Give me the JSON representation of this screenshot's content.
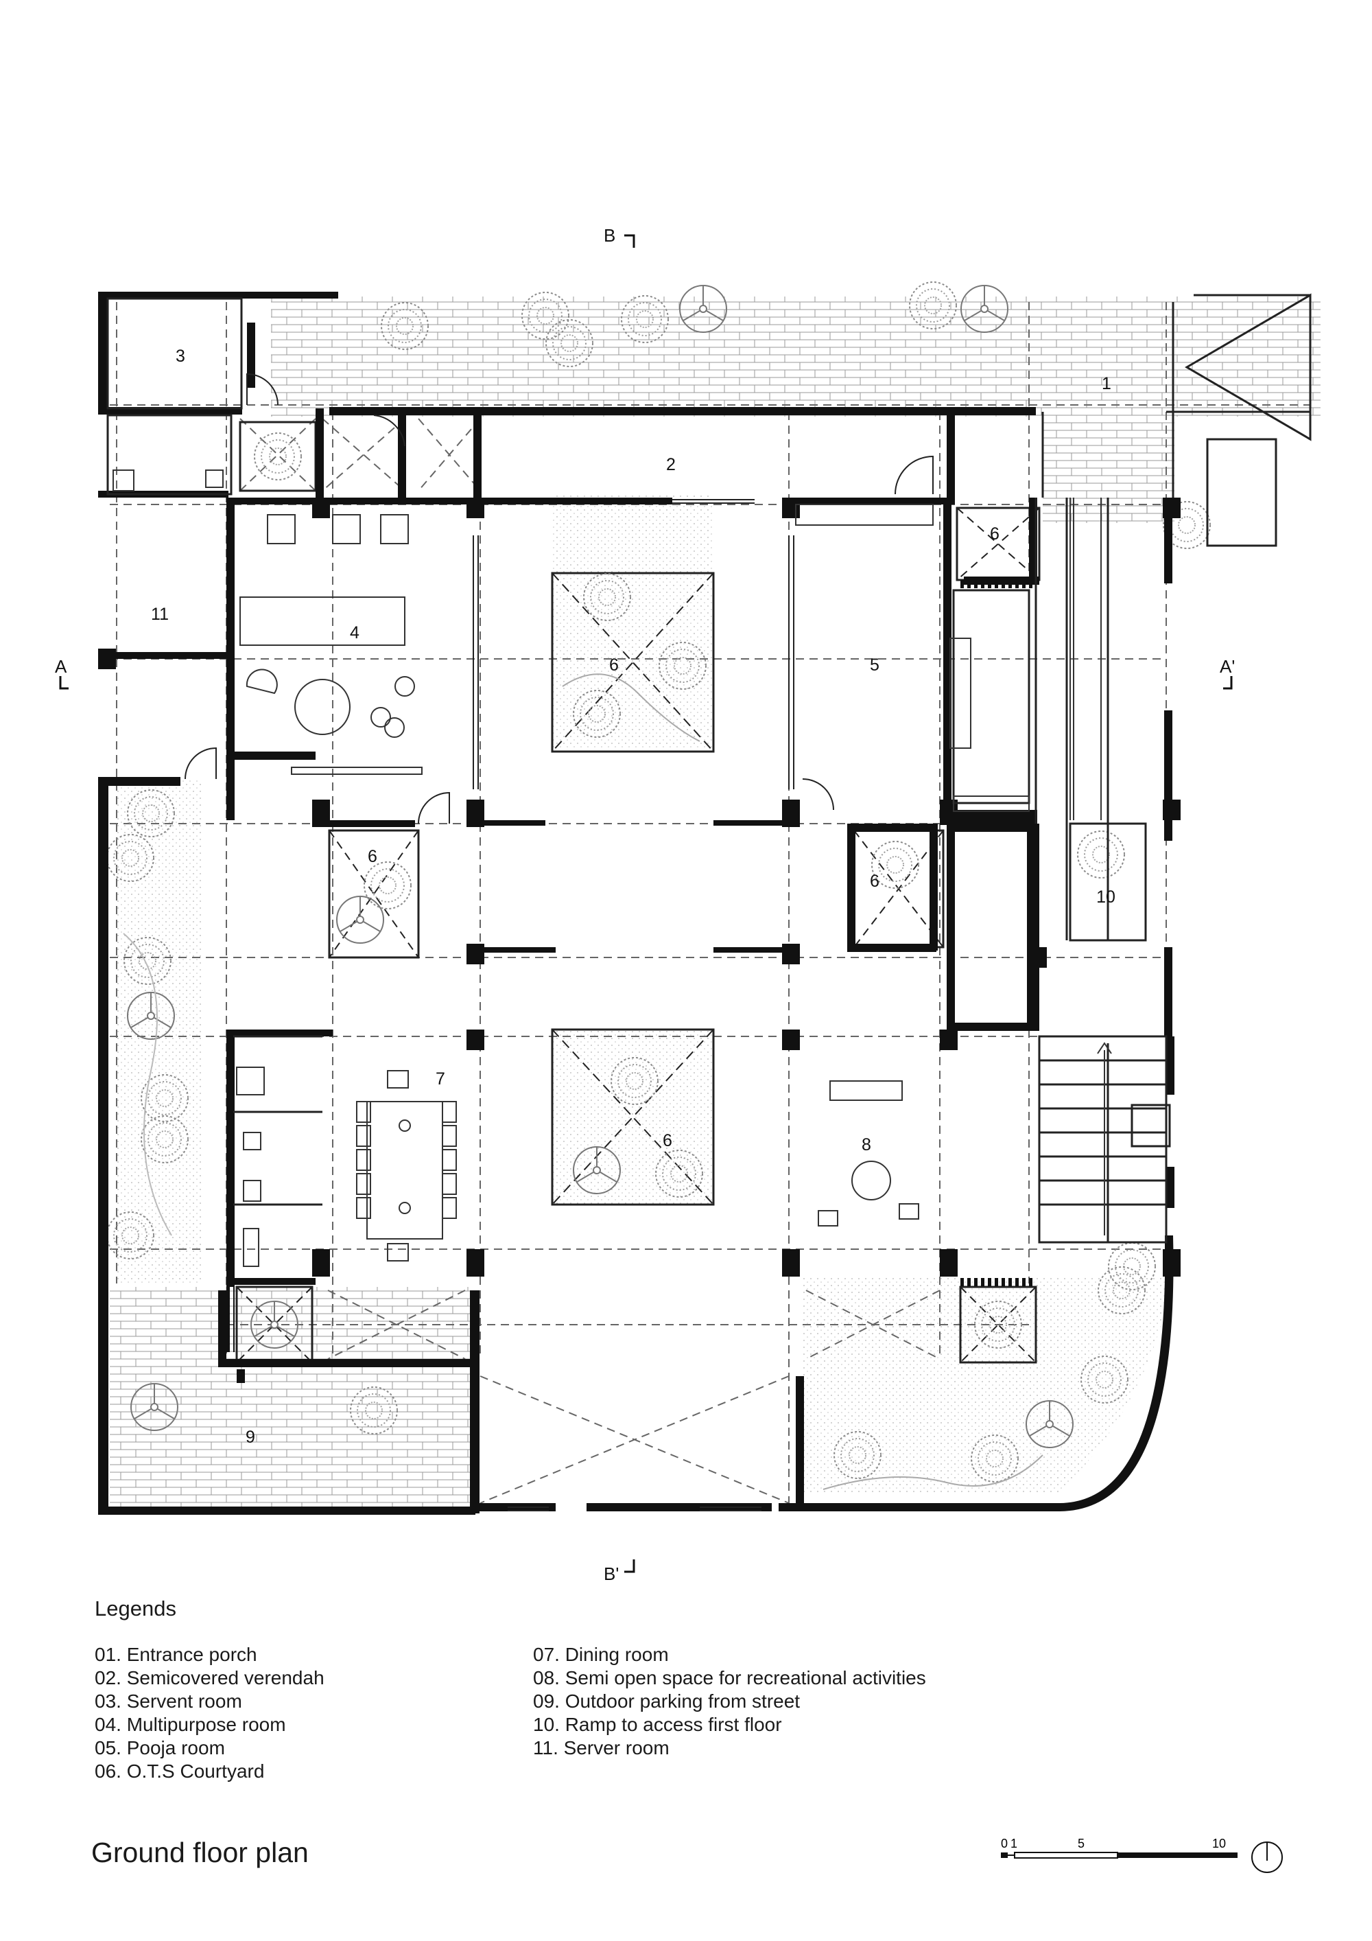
{
  "section_marks": {
    "a": "A",
    "a_prime": "A'",
    "b": "B",
    "b_prime": "B'"
  },
  "room_numbers": {
    "r1": "1",
    "r2": "2",
    "r3": "3",
    "r4": "4",
    "r5": "5",
    "r6_top": "6",
    "r6_center": "6",
    "r6_mid_left": "6",
    "r6_mid_right": "6",
    "r6_lower": "6",
    "r7": "7",
    "r8": "8",
    "r9": "9",
    "r10": "10",
    "r11": "11"
  },
  "legend": {
    "title": "Legends",
    "left_column": [
      "01. Entrance porch",
      "02. Semicovered verendah",
      "03. Servent room",
      "04. Multipurpose room",
      "05. Pooja room",
      "06. O.T.S Courtyard"
    ],
    "right_column": [
      "07. Dining room",
      "08. Semi open space for recreational activities",
      "09. Outdoor parking from street",
      "10. Ramp to access first floor",
      "11. Server room"
    ]
  },
  "plan_title": "Ground floor plan",
  "scale_bar": {
    "ticks": [
      "0",
      "1",
      "5",
      "10"
    ]
  },
  "colors": {
    "ink": "#111111",
    "line": "#555555",
    "tree": "#8a8a8a"
  }
}
